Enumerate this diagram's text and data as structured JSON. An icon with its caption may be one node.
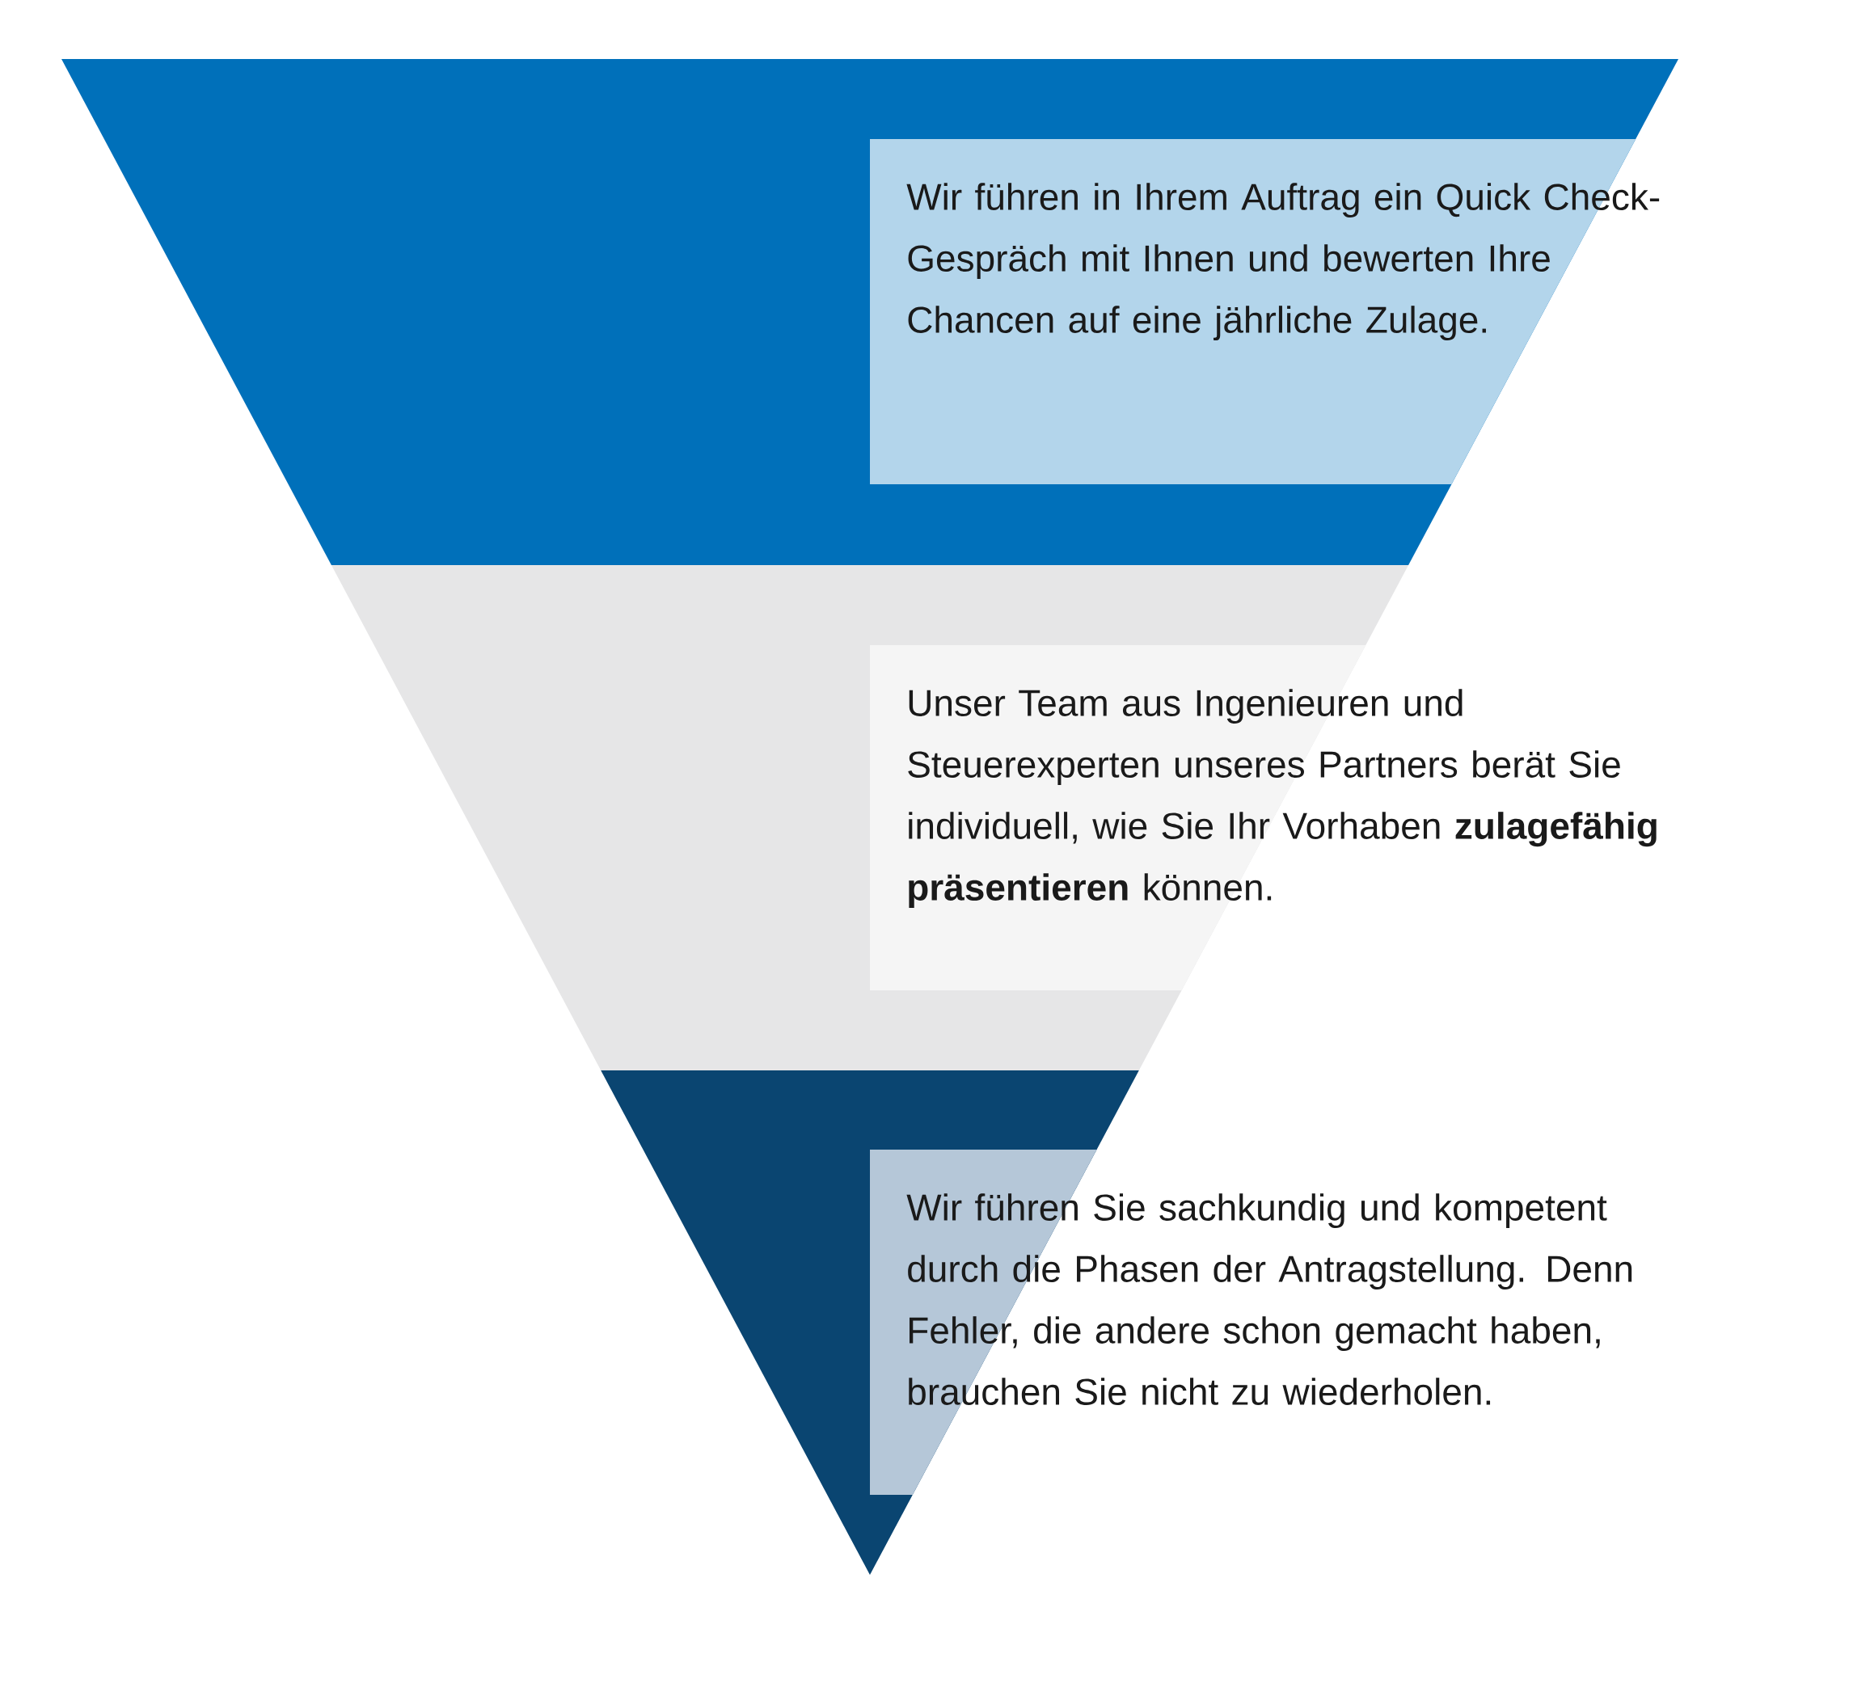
{
  "diagram": {
    "nodes": [
      {
        "text": [],
        "shape": "band"
      },
      {
        "text": [
          "Wir führen in Ihrem Auftrag ein Quick Check-Gespräch mit Ihnen und bewerten Ihre Chancen auf eine jährliche Zulage."
        ]
      },
      {
        "text": [],
        "shape": "band"
      },
      {
        "text": [
          "Unser Team aus Ingenieuren und Steuerexperten unseres Partners berät Sie individuell, wie Sie Ihr Vorhaben **zulagefähig präsentieren** können."
        ]
      },
      {
        "text": [],
        "shape": "triangle"
      },
      {
        "text": [
          "Wir führen Sie sachkundig und kompetent durch die Phasen der Antragstellung. Denn Fehler, die andere schon gemacht haben, brauchen Sie nicht zu wiederholen."
        ]
      }
    ]
  }
}
